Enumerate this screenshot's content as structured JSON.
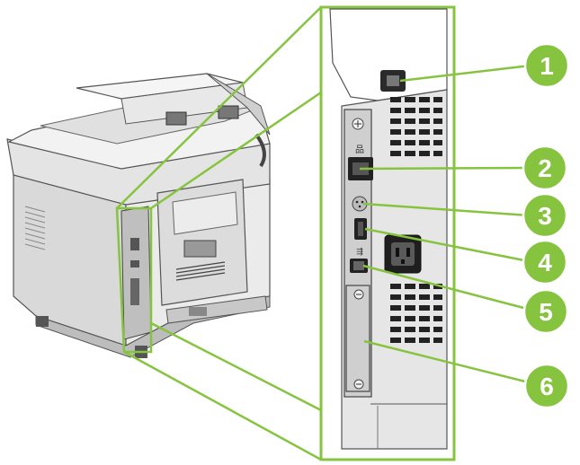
{
  "figure": {
    "subject": "printer-rear-view-with-interface-ports",
    "accent_color": "#86c440",
    "callout_text_color": "#ffffff",
    "callouts": [
      {
        "number": "1",
        "target": "top-port"
      },
      {
        "number": "2",
        "target": "network-port"
      },
      {
        "number": "3",
        "target": "round-connector"
      },
      {
        "number": "4",
        "target": "small-vertical-port"
      },
      {
        "number": "5",
        "target": "usb-port"
      },
      {
        "number": "6",
        "target": "expansion-slot-cover"
      }
    ]
  }
}
